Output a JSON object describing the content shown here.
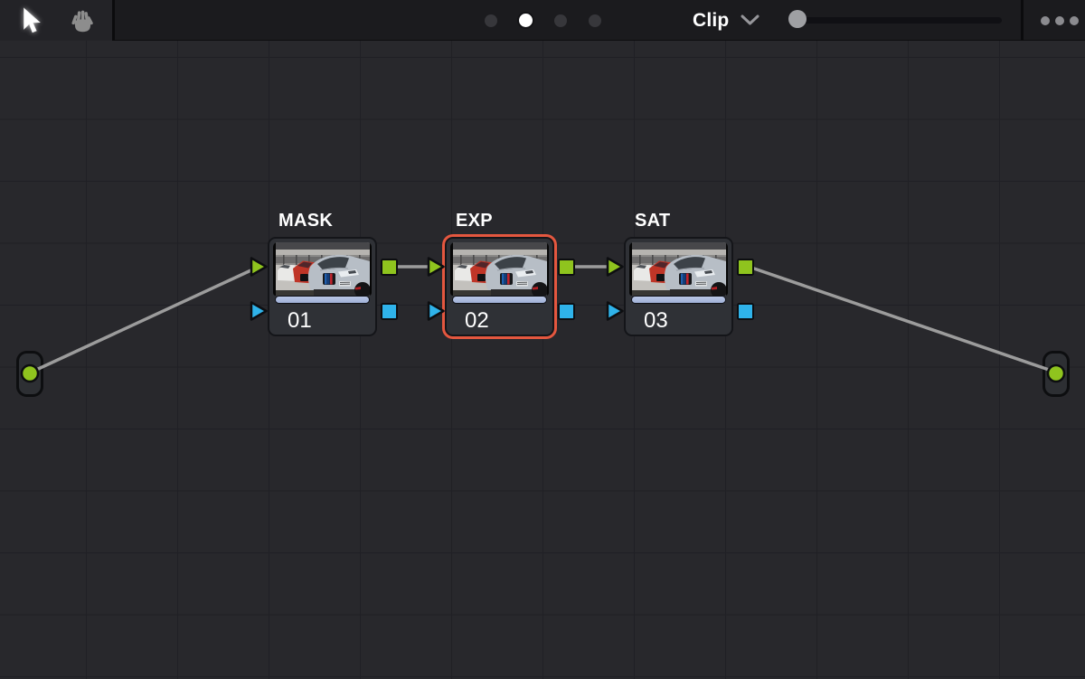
{
  "toolbar": {
    "tools": [
      {
        "id": "pointer",
        "active": true
      },
      {
        "id": "pan",
        "active": false
      }
    ],
    "page_dots": [
      false,
      true,
      false,
      false
    ],
    "mode": {
      "label": "Clip"
    },
    "zoom_slider": {
      "value_pct": 0
    },
    "overflow_menu": {
      "dot_count": 3
    }
  },
  "graph": {
    "nodes": [
      {
        "label": "MASK",
        "number": "01",
        "selected": false
      },
      {
        "label": "EXP",
        "number": "02",
        "selected": true
      },
      {
        "label": "SAT",
        "number": "03",
        "selected": false
      }
    ],
    "source_node": {
      "type": "source-output"
    },
    "output_node": {
      "type": "node-tree-output"
    },
    "connections": [
      {
        "from": "source",
        "to": "MASK.rgb-in"
      },
      {
        "from": "MASK.rgb-out",
        "to": "EXP.rgb-in"
      },
      {
        "from": "EXP.rgb-out",
        "to": "SAT.rgb-in"
      },
      {
        "from": "SAT.rgb-out",
        "to": "output"
      }
    ]
  },
  "colors": {
    "rgb_port_green": "#8fc41e",
    "key_port_blue": "#2fb3ea",
    "selection_orange": "#e4573f",
    "node_bg": "#2f3136",
    "canvas_bg": "#28282c",
    "thumb_bar_blue": "#a0b1d8"
  }
}
